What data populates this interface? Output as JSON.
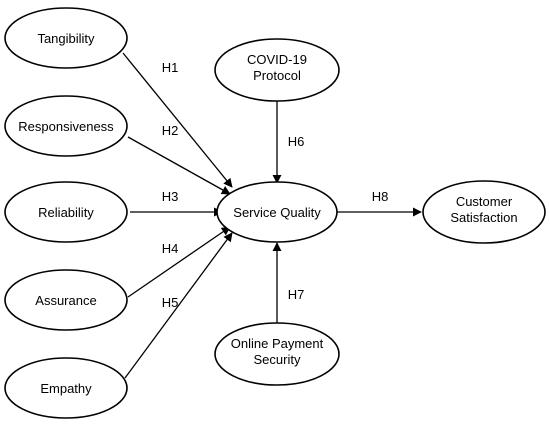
{
  "nodes": {
    "tangibility": {
      "lines": [
        "Tangibility"
      ]
    },
    "responsiveness": {
      "lines": [
        "Responsiveness"
      ]
    },
    "reliability": {
      "lines": [
        "Reliability"
      ]
    },
    "assurance": {
      "lines": [
        "Assurance"
      ]
    },
    "empathy": {
      "lines": [
        "Empathy"
      ]
    },
    "service_quality": {
      "lines": [
        "Service Quality"
      ]
    },
    "covid_protocol": {
      "lines": [
        "COVID-19",
        "Protocol"
      ]
    },
    "online_payment_security": {
      "lines": [
        "Online Payment",
        "Security"
      ]
    },
    "customer_satisfaction": {
      "lines": [
        "Customer",
        "Satisfaction"
      ]
    }
  },
  "edges": {
    "h1": {
      "label": "H1",
      "from": "tangibility",
      "to": "service_quality"
    },
    "h2": {
      "label": "H2",
      "from": "responsiveness",
      "to": "service_quality"
    },
    "h3": {
      "label": "H3",
      "from": "reliability",
      "to": "service_quality"
    },
    "h4": {
      "label": "H4",
      "from": "assurance",
      "to": "service_quality"
    },
    "h5": {
      "label": "H5",
      "from": "empathy",
      "to": "service_quality"
    },
    "h6": {
      "label": "H6",
      "from": "covid_protocol",
      "to": "service_quality"
    },
    "h7": {
      "label": "H7",
      "from": "online_payment_security",
      "to": "service_quality"
    },
    "h8": {
      "label": "H8",
      "from": "service_quality",
      "to": "customer_satisfaction"
    }
  }
}
